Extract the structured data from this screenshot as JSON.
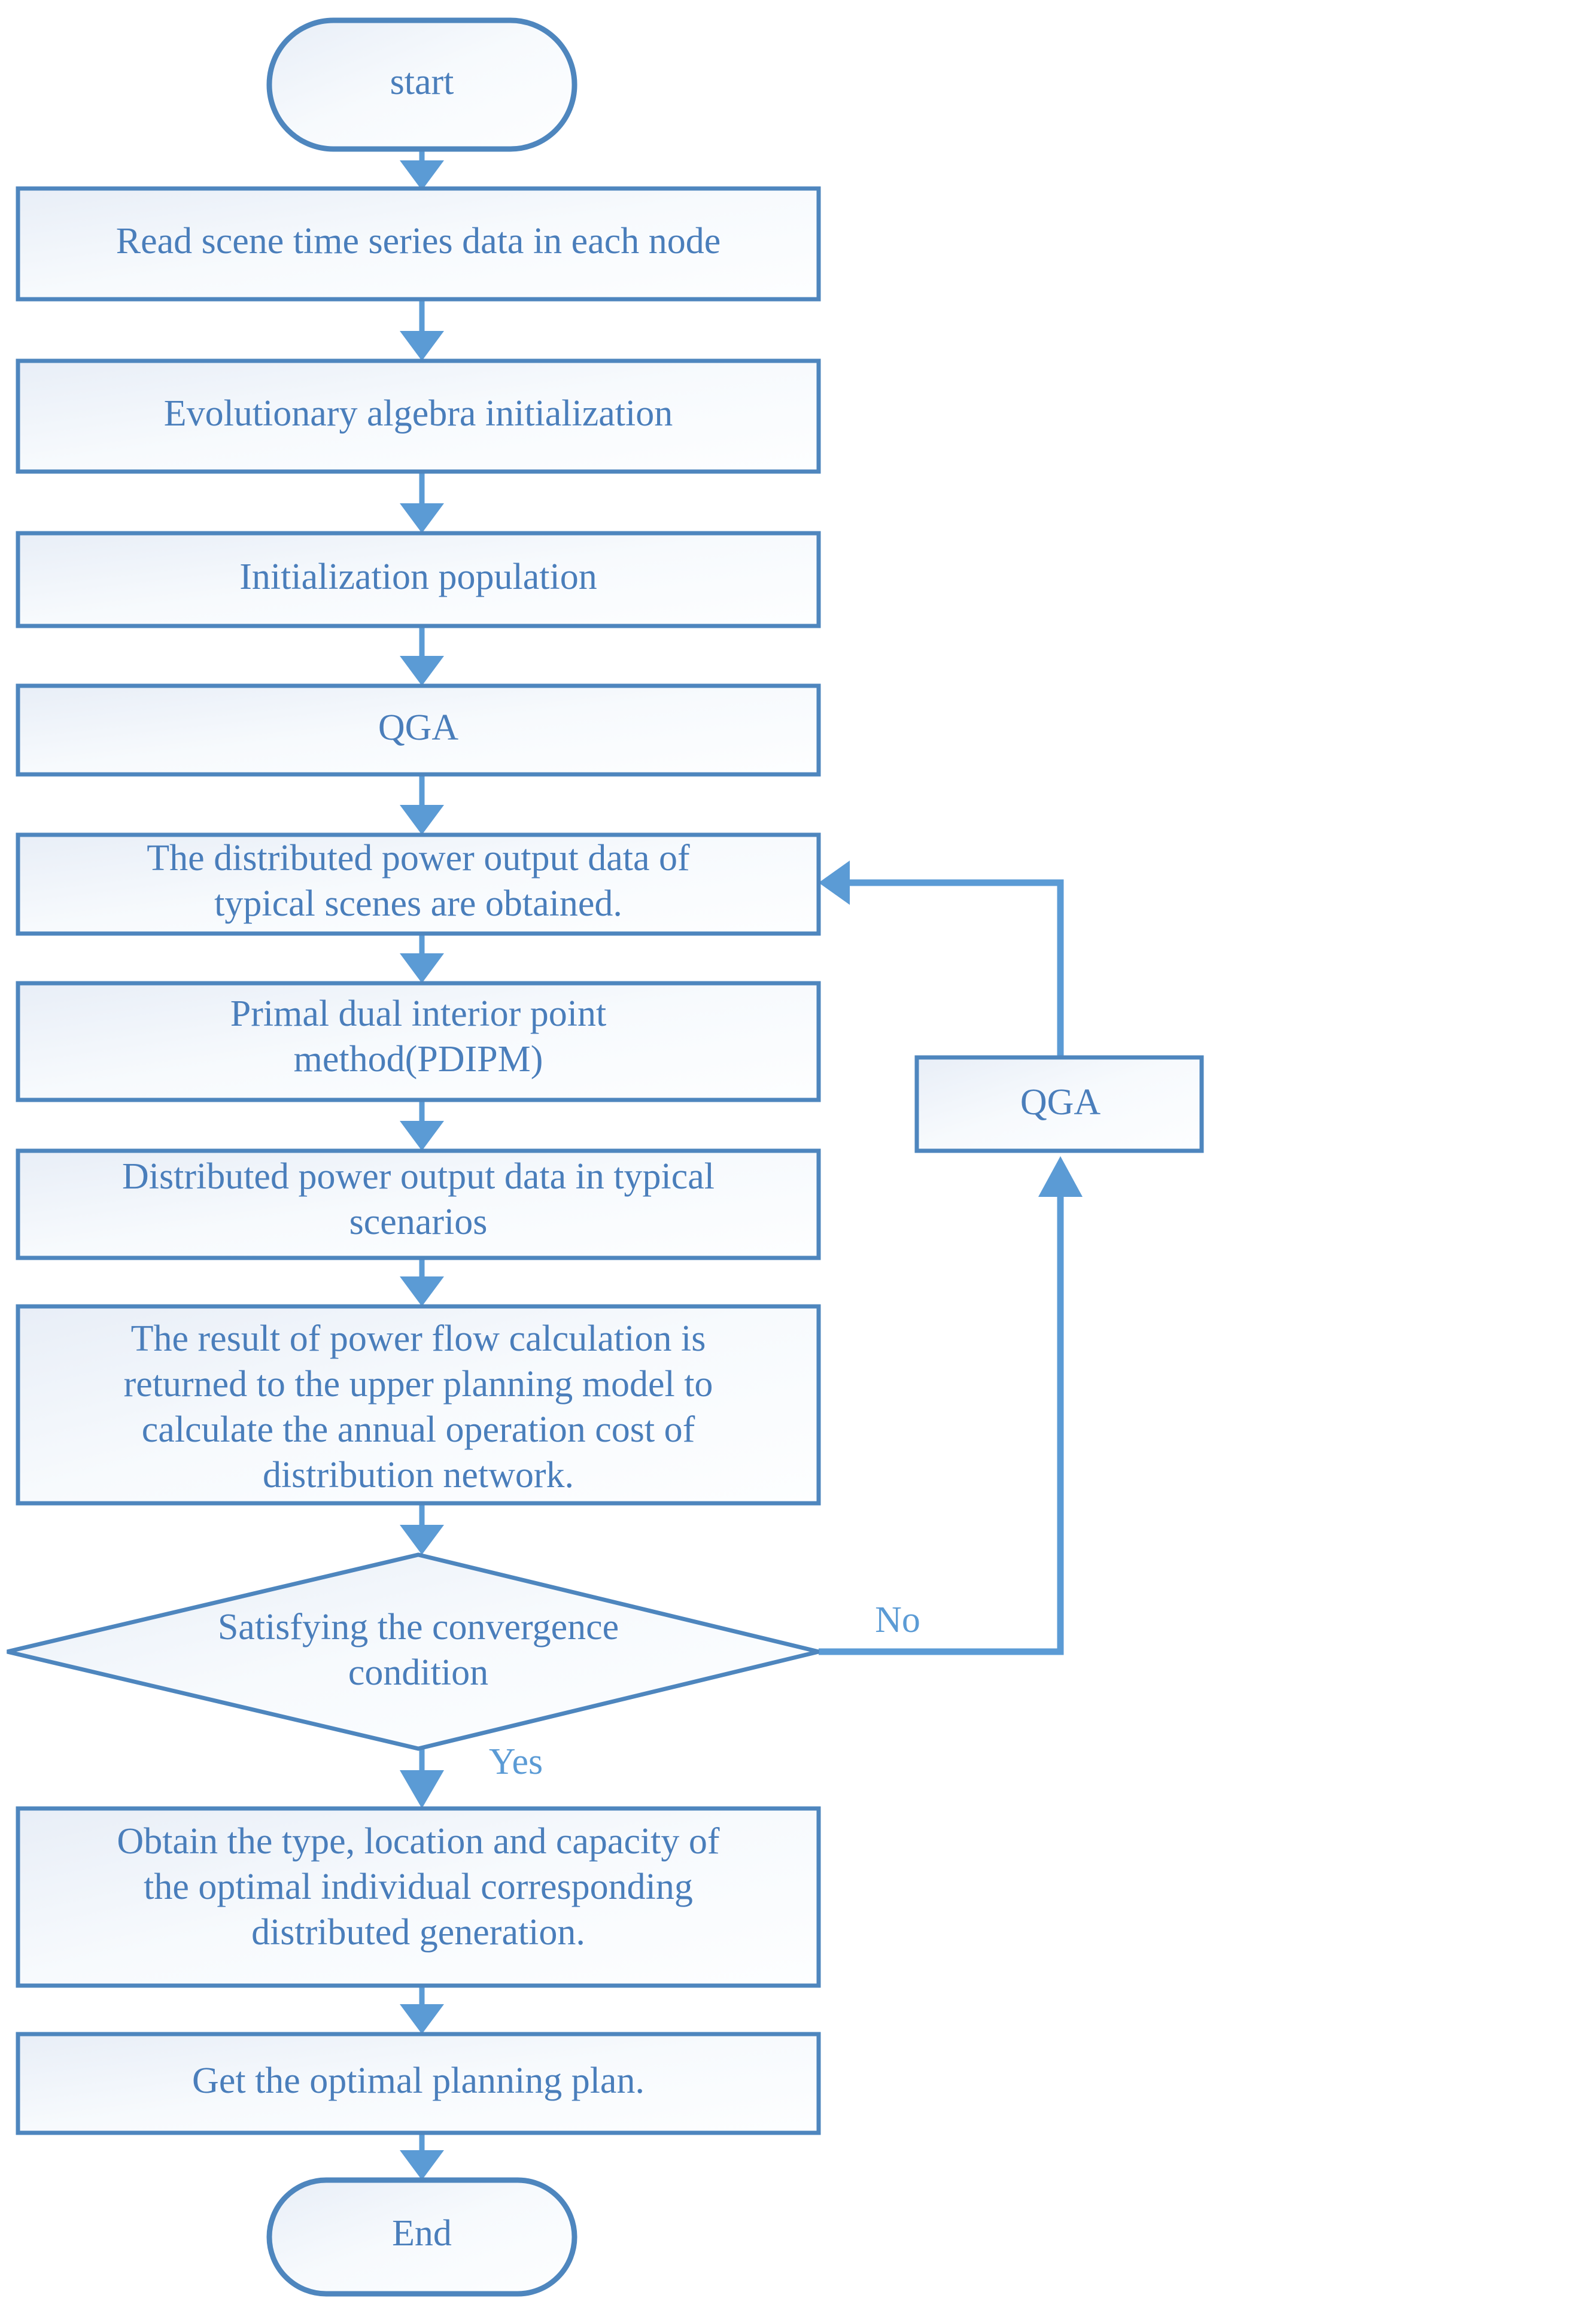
{
  "diagram": {
    "title": "Distributed generation planning algorithm flowchart",
    "type": "flowchart",
    "colors": {
      "border": "#4E86BE",
      "connector": "#5B9BD5",
      "text": "#4A7EBB",
      "fill_light": "#EAEFF7",
      "fill_white": "#FCFDFE",
      "background": "#FFFFFF"
    },
    "nodes": [
      {
        "id": "start",
        "shape": "terminator",
        "lines": [
          "start"
        ]
      },
      {
        "id": "read",
        "shape": "process",
        "lines": [
          "Read scene time series data in each node"
        ]
      },
      {
        "id": "evo",
        "shape": "process",
        "lines": [
          "Evolutionary algebra initialization"
        ]
      },
      {
        "id": "initpop",
        "shape": "process",
        "lines": [
          "Initialization population"
        ]
      },
      {
        "id": "qga1",
        "shape": "process",
        "lines": [
          "QGA"
        ]
      },
      {
        "id": "distout",
        "shape": "process",
        "lines": [
          "The distributed power output data of",
          "typical scenes are obtained."
        ]
      },
      {
        "id": "pdipm",
        "shape": "process",
        "lines": [
          "Primal dual interior point",
          "method(PDIPM)"
        ]
      },
      {
        "id": "distdata",
        "shape": "process",
        "lines": [
          "Distributed power output data in typical",
          "scenarios"
        ]
      },
      {
        "id": "result",
        "shape": "process",
        "lines": [
          "The result of power flow calculation is",
          "returned to the upper planning model to",
          "calculate the annual operation cost of",
          "distribution network."
        ]
      },
      {
        "id": "decision",
        "shape": "decision",
        "lines": [
          "Satisfying the convergence",
          "condition"
        ]
      },
      {
        "id": "obtain",
        "shape": "process",
        "lines": [
          "Obtain the type, location and capacity of",
          "the optimal individual corresponding",
          "distributed generation."
        ]
      },
      {
        "id": "getplan",
        "shape": "process",
        "lines": [
          "Get the optimal planning plan."
        ]
      },
      {
        "id": "end",
        "shape": "terminator",
        "lines": [
          "End"
        ]
      },
      {
        "id": "qga2",
        "shape": "process",
        "lines": [
          "QGA"
        ]
      }
    ],
    "edge_labels": [
      {
        "id": "no",
        "text": "No"
      },
      {
        "id": "yes",
        "text": "Yes"
      }
    ]
  }
}
